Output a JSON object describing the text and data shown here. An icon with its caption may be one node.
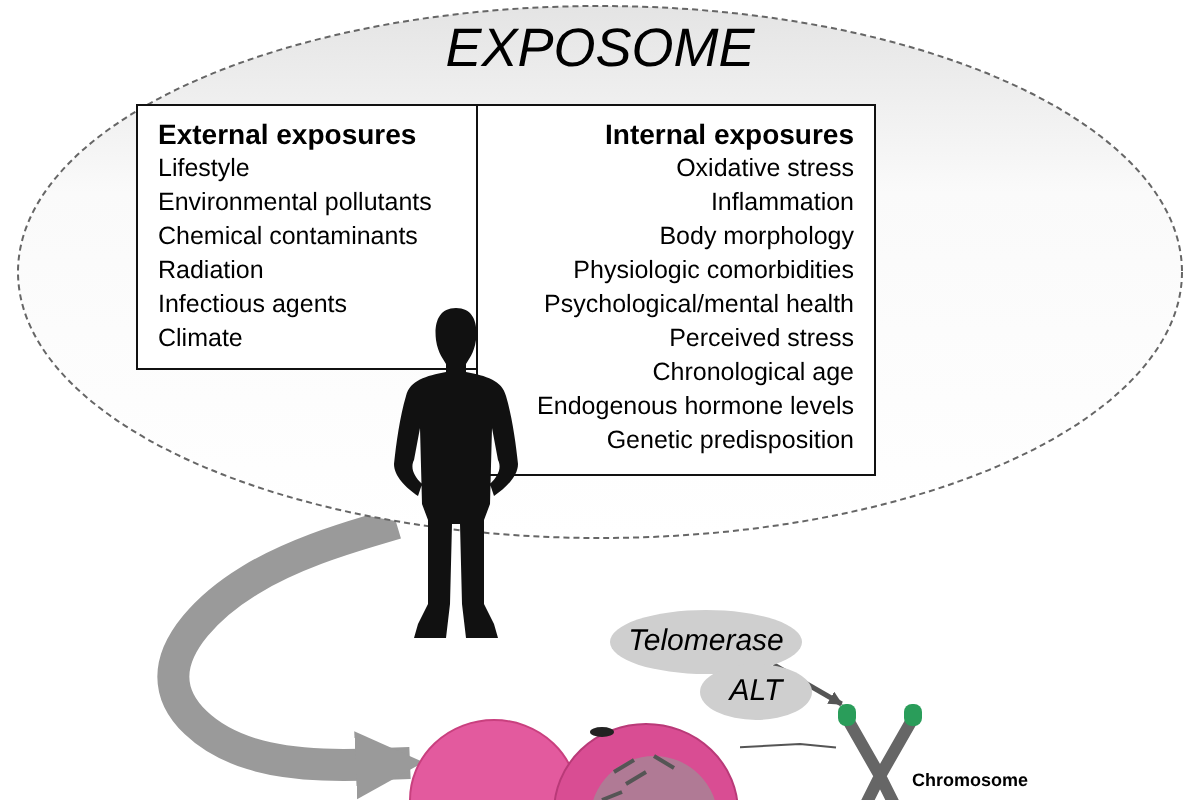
{
  "diagram": {
    "nodes": [
      {
        "text": [
          "EXPOSOME"
        ]
      },
      {
        "text": [
          "External exposures",
          "Lifestyle",
          "Environmental pollutants",
          "Chemical contaminants",
          "Radiation",
          "Infectious agents",
          "Climate"
        ],
        "in": 0
      },
      {
        "text": [
          "Internal exposures",
          "Oxidative stress",
          "Inflammation",
          "Body morphology",
          "Physiologic comorbidities",
          "Psychological/mental health",
          "Perceived stress",
          "Chronological age",
          "Endogenous hormone levels",
          "Genetic predisposition"
        ],
        "in": 0
      },
      {
        "text": [],
        "shape": "person"
      },
      {
        "text": [
          "Telomerase"
        ]
      },
      {
        "text": [
          "ALT"
        ]
      },
      {
        "text": [],
        "shape": "picture",
        "beside": [
          "Chromosome"
        ]
      },
      {
        "text": [],
        "shape": "picture"
      }
    ],
    "edges": [
      {
        "from": 4,
        "to": 6,
        "arrow": "to"
      },
      {
        "from": 6,
        "to": 7,
        "arrow": "none"
      },
      {
        "from": 0,
        "to": 7,
        "arrow": "to",
        "style": "thick",
        "color": "#9a9a9a"
      }
    ]
  }
}
